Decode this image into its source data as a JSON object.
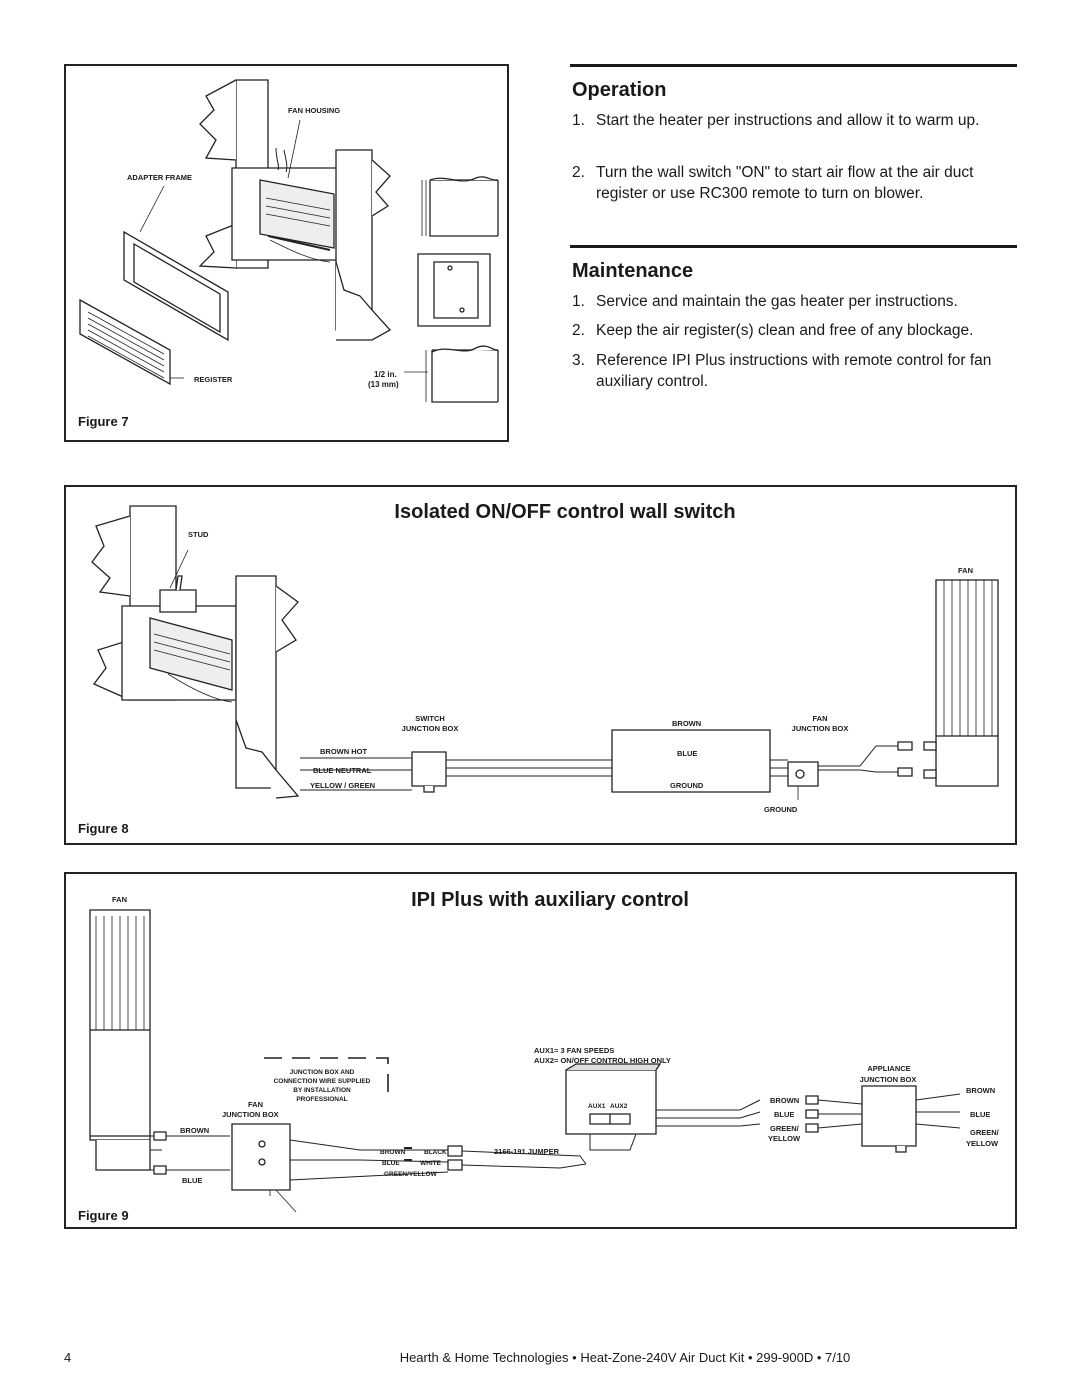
{
  "figure7": {
    "caption": "Figure 7",
    "labels": {
      "fan_housing": "FAN HOUSING",
      "adapter_frame": "ADAPTER FRAME",
      "register": "REGISTER",
      "gap_value": "1/2 in.",
      "gap_metric": "(13 mm)"
    }
  },
  "operation": {
    "title": "Operation",
    "steps": [
      {
        "num": "1.",
        "text": "Start the heater per instructions and allow it to warm up."
      },
      {
        "num": "2.",
        "text": "Turn the wall switch \"ON\" to start air flow at the air duct register or use RC300 remote to turn on blower."
      }
    ]
  },
  "maintenance": {
    "title": "Maintenance",
    "steps": [
      {
        "num": "1.",
        "text": "Service and maintain the gas heater per instructions."
      },
      {
        "num": "2.",
        "text": "Keep the air register(s) clean and free of any blockage."
      },
      {
        "num": "3.",
        "text": "Reference IPI Plus instructions with remote control for fan auxiliary control."
      }
    ]
  },
  "figure8": {
    "title": "Isolated ON/OFF control wall switch",
    "caption": "Figure 8",
    "labels": {
      "stud": "STUD",
      "fan": "FAN",
      "switch_junction_line1": "SWITCH",
      "switch_junction_line2": "JUNCTION BOX",
      "brown": "BROWN",
      "fan_junction_line1": "FAN",
      "fan_junction_line2": "JUNCTION BOX",
      "brown_hot": "BROWN HOT",
      "blue": "BLUE",
      "blue_neutral": "BLUE NEUTRAL",
      "yellow_green": "YELLOW / GREEN",
      "ground_mid": "GROUND",
      "ground_bottom": "GROUND"
    }
  },
  "figure9": {
    "title": "IPI Plus with auxiliary control",
    "caption": "Figure 9",
    "labels": {
      "fan": "FAN",
      "aux1_speeds": "AUX1= 3 FAN SPEEDS",
      "aux2_onoff": "AUX2= ON/OFF CONTROL HIGH ONLY",
      "jb_note_line1": "JUNCTION BOX AND",
      "jb_note_line2": "CONNECTION WIRE SUPPLIED",
      "jb_note_line3": "BY INSTALLATION",
      "jb_note_line4": "PROFESSIONAL",
      "fan_jb_line1": "FAN",
      "fan_jb_line2": "JUNCTION BOX",
      "brown_left": "BROWN",
      "blue_left": "BLUE",
      "brown_conn": "BROWN",
      "black_conn": "BLACK",
      "blue_conn": "BLUE",
      "white_conn": "WHITE",
      "green_yellow_conn": "GREEN/YELLOW",
      "jumper": "2166-191 JUMPER",
      "aux1": "AUX1",
      "aux2": "AUX2",
      "appliance_jb_line1": "APPLIANCE",
      "appliance_jb_line2": "JUNCTION BOX",
      "brown_mid": "BROWN",
      "blue_mid": "BLUE",
      "green_mid": "GREEN/",
      "yellow_mid": "YELLOW",
      "brown_right": "BROWN",
      "blue_right": "BLUE",
      "green_right": "GREEN/",
      "yellow_right": "YELLOW"
    }
  },
  "footer": {
    "page_number": "4",
    "text": "Hearth & Home Technologies • Heat-Zone-240V Air Duct Kit • 299-900D • 7/10"
  }
}
